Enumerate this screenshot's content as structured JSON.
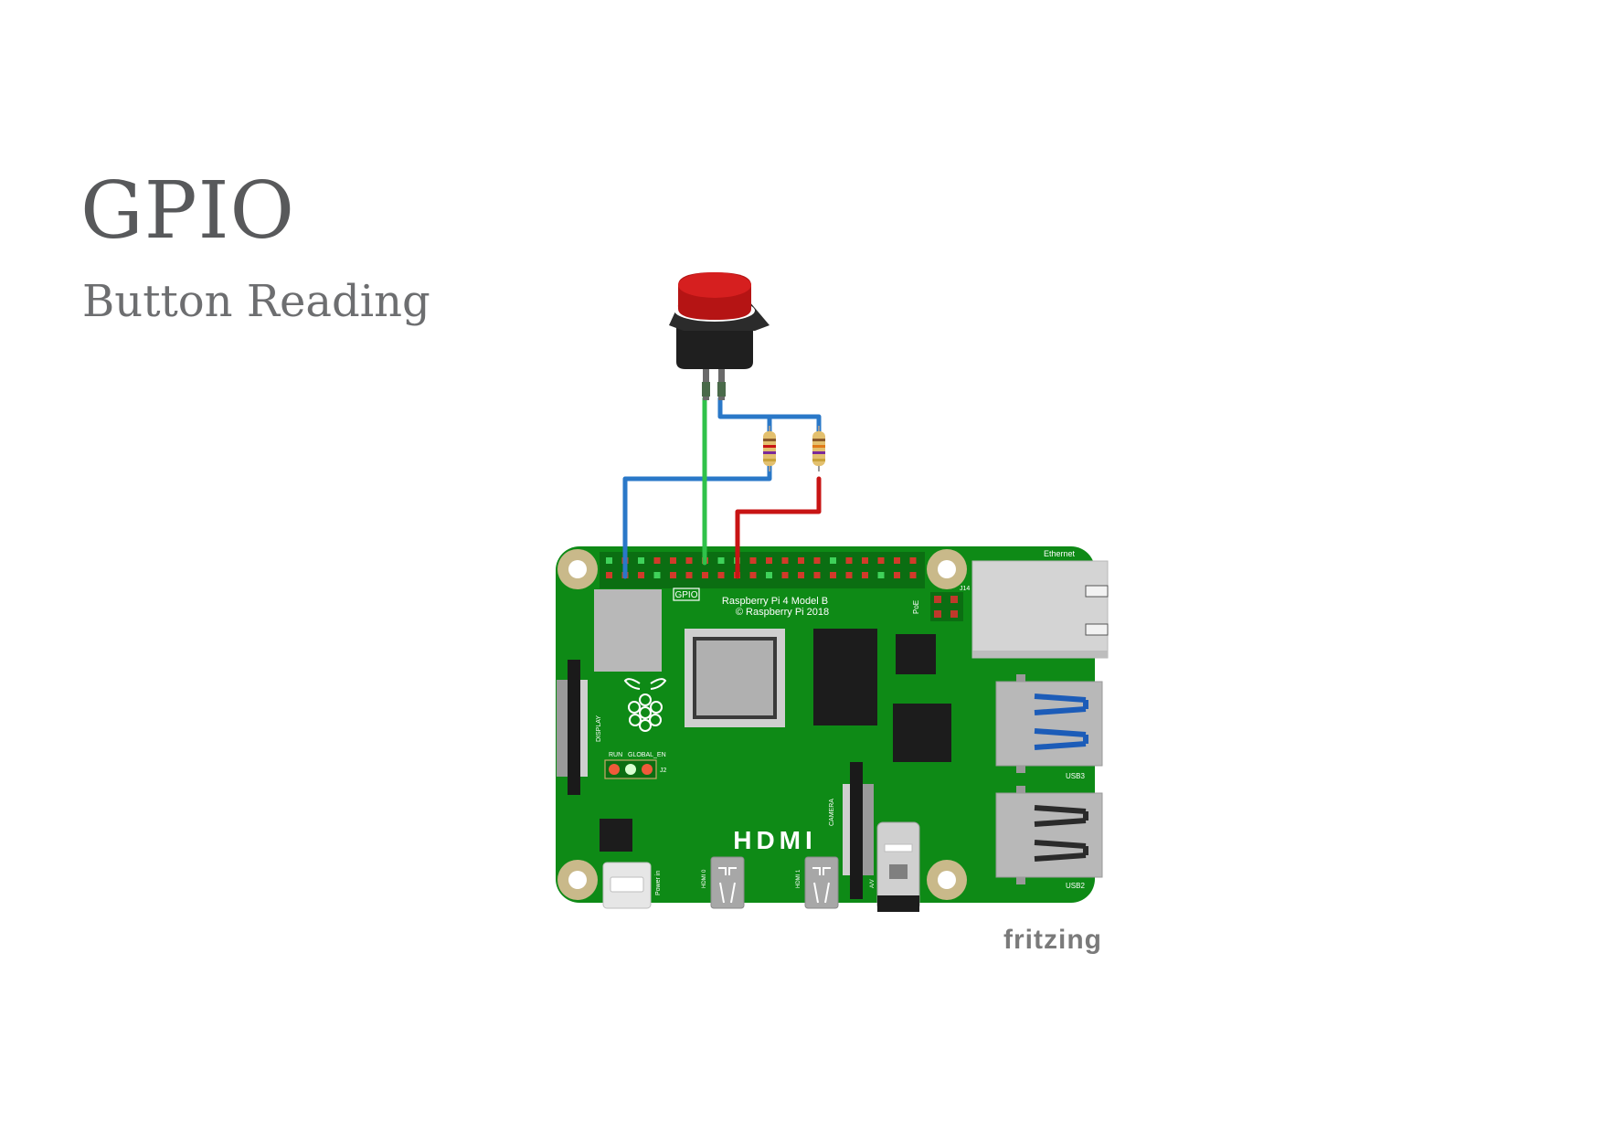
{
  "header": {
    "title": "GPIO",
    "subtitle": "Button Reading"
  },
  "board": {
    "model_line1": "Raspberry Pi 4 Model B",
    "model_line2": "© Raspberry Pi 2018",
    "gpio_label": "GPIO",
    "ethernet_label": "Ethernet",
    "j14_label": "J14",
    "poe_label": "PoE",
    "display_label": "DISPLAY",
    "run_label": "RUN",
    "global_en_label": "GLOBAL_EN",
    "j2_label": "J2",
    "hdmi_label": "HDMI",
    "hdmi0_label": "HDMI 0",
    "hdmi1_label": "HDMI 1",
    "camera_label": "CAMERA",
    "av_label": "A/V",
    "power_label": "Power in",
    "usb3_label": "USB3",
    "usb2_label": "USB2",
    "board_color": "#0e8a16"
  },
  "wires": {
    "blue": "#2a78c8",
    "green": "#2fc24a",
    "red": "#c81414"
  },
  "footer": {
    "brand": "fritzing"
  }
}
